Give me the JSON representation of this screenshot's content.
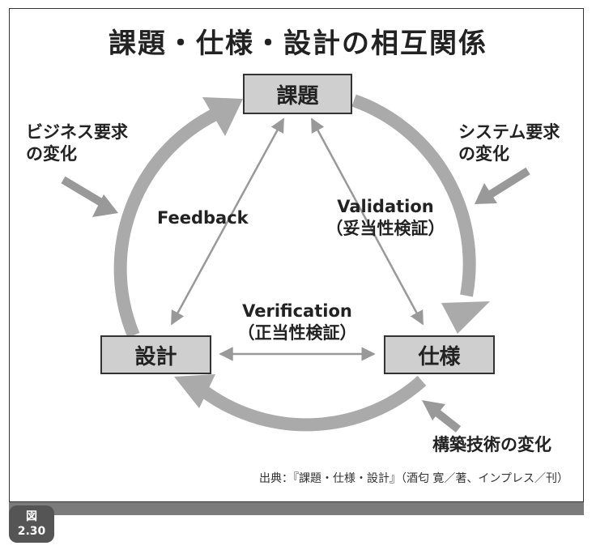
{
  "title": "課題・仕様・設計の相互関係",
  "nodes": {
    "kadai": "課題",
    "sekkei": "設計",
    "shiyou": "仕様"
  },
  "relations": {
    "feedback": "Feedback",
    "validation": {
      "en": "Validation",
      "ja": "（妥当性検証）"
    },
    "verification": {
      "en": "Verification",
      "ja": "（正当性検証）"
    }
  },
  "influences": {
    "business": {
      "line1": "ビジネス要求",
      "line2": "の変化"
    },
    "system": {
      "line1": "システム要求",
      "line2": "の変化"
    },
    "tech": "構築技術の変化"
  },
  "source": "出典：『課題・仕様・設計』（酒匂 寛／著、インプレス／刊）",
  "figure": {
    "label": "図",
    "number": "2.30"
  }
}
